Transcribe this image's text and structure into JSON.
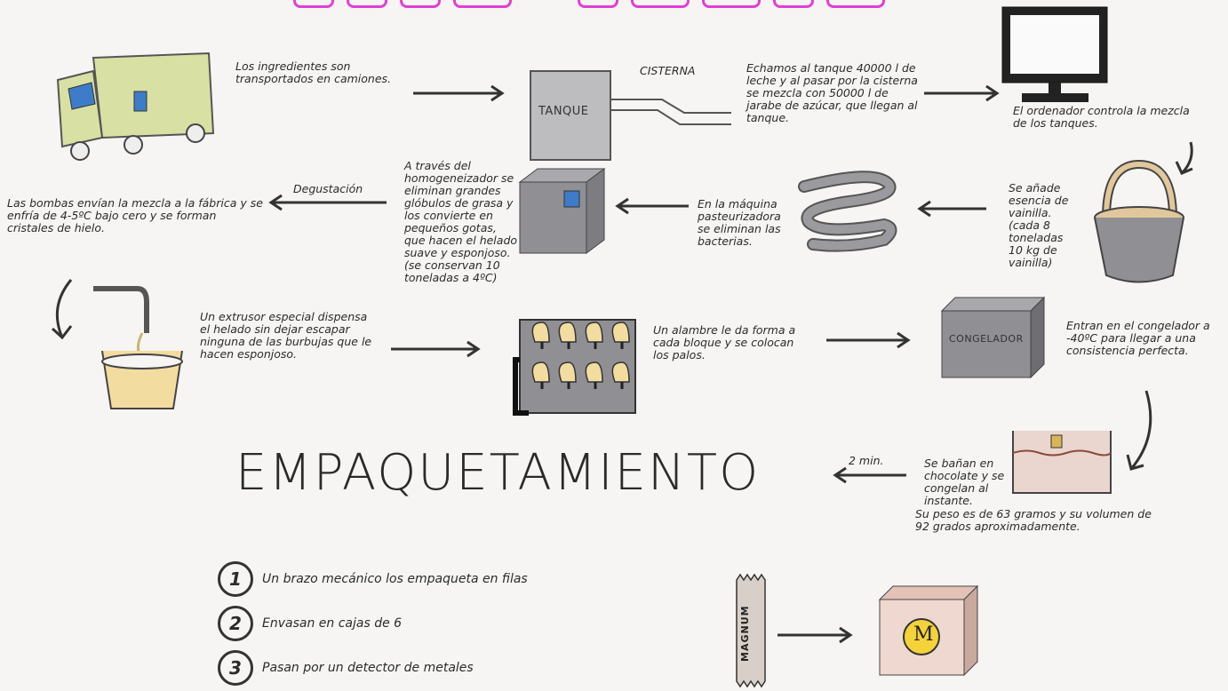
{
  "colors": {
    "title_accent": "#e23fd3",
    "truck_body": "#d9e0a4",
    "truck_window": "#3e7cc9",
    "machine_gray": "#8f8f94",
    "bucket": "#e1c79c",
    "chocolate": "#ead6cf",
    "ice_cream_yellow": "#f2dca0",
    "box_pink": "#efd8d0",
    "coin_yellow": "#f4d33a"
  },
  "steps": {
    "transport": "Los ingredientes son transportados en camiones.",
    "tank_label": "TANQUE",
    "cistern_label": "CISTERNA",
    "tank_text": "Echamos al tanque 40000 l de leche y al pasar por la cisterna se mezcla con 50000 l de jarabe de azúcar, que llegan al tanque.",
    "computer_text": "El ordenador controla la mezcla de los tanques.",
    "vanilla_text": "Se añade esencia de vainilla. (cada 8 toneladas 10 kg de vainilla)",
    "pasteurize_text": "En la máquina pasteurizadora se eliminan las bacterias.",
    "homogenize_text": "A través del homogeneizador se eliminan grandes glóbulos de grasa y los convierte en pequeños gotas, que hacen el helado suave y esponjoso. (se conservan 10 toneladas a 4ºC)",
    "tasting_label": "Degustación",
    "pumps_text": "Las bombas envían la mezcla a la fábrica y se enfría de 4-5ºC bajo cero y se forman cristales de hielo.",
    "extruder_text": "Un extrusor especial dispensa el helado sin dejar escapar ninguna de las burbujas que le hacen esponjoso.",
    "wire_text": "Un alambre le da forma a cada bloque y se colocan los palos.",
    "freezer_label": "CONGELADOR",
    "freezer_text": "Entran en el congelador a -40ºC para llegar a una consistencia perfecta.",
    "chocolate_text": "Se bañan en chocolate y se congelan al instante.",
    "weight_text": "Su peso es de 63 gramos y su volumen de 92 grados aproximadamente.",
    "time_label": "2 min.",
    "packaging_title": "EMPAQUETAMIENTO"
  },
  "packaging": [
    {
      "num": "1",
      "text": "Un brazo mecánico los empaqueta en filas"
    },
    {
      "num": "2",
      "text": "Envasan en cajas de 6"
    },
    {
      "num": "3",
      "text": "Pasan por un detector de metales"
    }
  ],
  "product": {
    "wrapper_text": "MAGNUM",
    "box_logo": "M"
  },
  "icons": [
    "truck-icon",
    "tank-icon",
    "monitor-icon",
    "bucket-icon",
    "pasteurizer-icon",
    "homogenizer-icon",
    "extruder-icon",
    "mold-icon",
    "freezer-icon",
    "chocolate-bath-icon",
    "wrapper-icon",
    "box-icon"
  ]
}
